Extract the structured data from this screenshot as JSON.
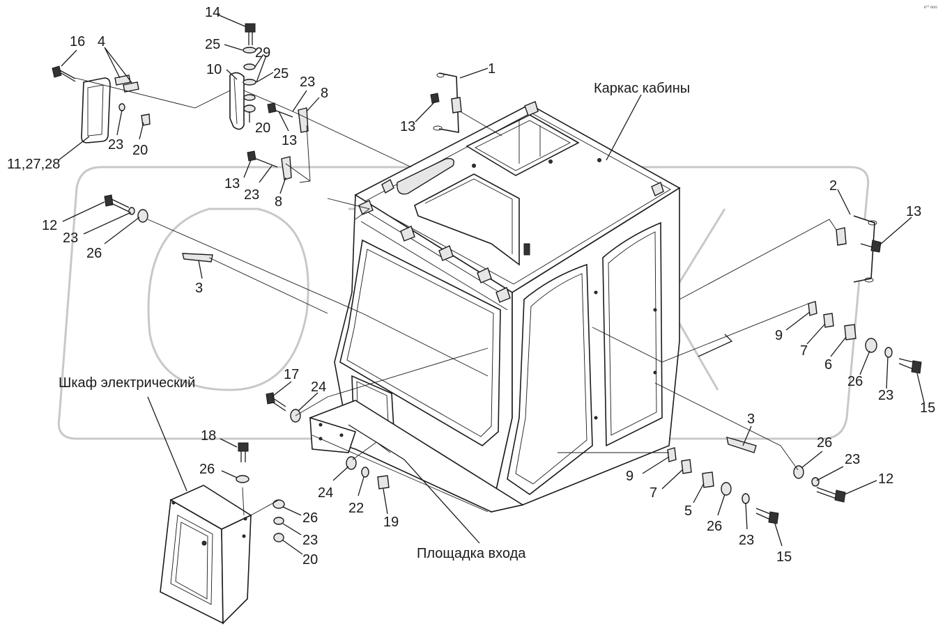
{
  "corner_note": "к¹⁰ ооо",
  "watermark": {
    "text": "OPEX",
    "color": "#c8c8c8"
  },
  "captions": {
    "frame": "Каркас кабины",
    "cabinet": "Шкаф электрический",
    "platform": "Площадка входа"
  },
  "callouts": {
    "c1": "1",
    "c2": "2",
    "c3a": "3",
    "c3b": "3",
    "c4": "4",
    "c5": "5",
    "c6": "6",
    "c7a": "7",
    "c7b": "7",
    "c8a": "8",
    "c8b": "8",
    "c9a": "9",
    "c9b": "9",
    "c10": "10",
    "c11": "11,27,28",
    "c12a": "12",
    "c12b": "12",
    "c13a": "13",
    "c13b": "13",
    "c13c": "13",
    "c13d": "13",
    "c14": "14",
    "c15a": "15",
    "c15b": "15",
    "c16": "16",
    "c17": "17",
    "c18": "18",
    "c19": "19",
    "c20a": "20",
    "c20b": "20",
    "c20c": "20",
    "c22": "22",
    "c23a": "23",
    "c23b": "23",
    "c23c": "23",
    "c23d": "23",
    "c23e": "23",
    "c23f": "23",
    "c23g": "23",
    "c23h": "23",
    "c24a": "24",
    "c24b": "24",
    "c25a": "25",
    "c25b": "25",
    "c26a": "26",
    "c26b": "26",
    "c26c": "26",
    "c26d": "26",
    "c26e": "26",
    "c29": "29"
  }
}
